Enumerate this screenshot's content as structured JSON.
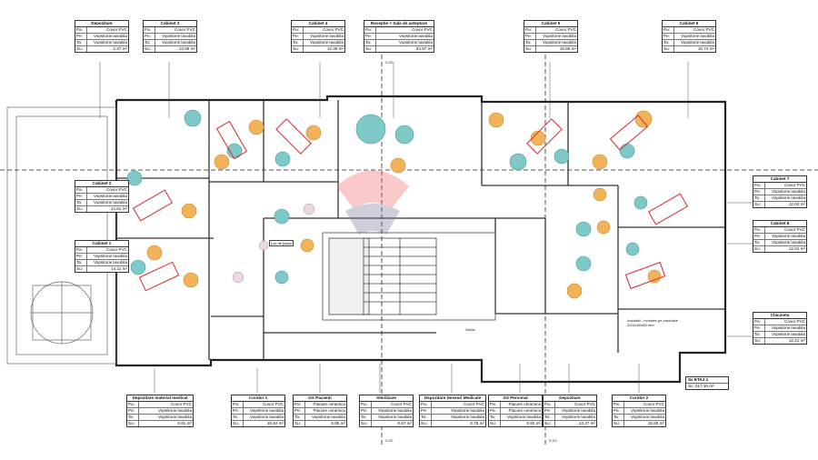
{
  "rooms_top": [
    {
      "name": "Depozitare",
      "pa": "Covor PVC",
      "pe": "Vopsitorie lavabila",
      "ta": "Vopsitorie lavabila",
      "su": "2.47 m²"
    },
    {
      "name": "Cabinet 3",
      "pa": "Covor PVC",
      "pe": "Vopsitorie lavabila",
      "ta": "Vopsitorie lavabila",
      "su": "13.96 m²"
    },
    {
      "name": "Cabinet 4",
      "pa": "Covor PVC",
      "pe": "Vopsitorie lavabila",
      "ta": "Vopsitorie lavabila",
      "su": "12.38 m²"
    },
    {
      "name": "Receptie + Sala de asteptare",
      "pa": "Covor PVC",
      "pe": "Vopsitorie lavabila",
      "ta": "Vopsitorie lavabila",
      "su": "53.57 m²"
    },
    {
      "name": "Cabinet 5",
      "pa": "Covor PVC",
      "pe": "Vopsitorie lavabila",
      "ta": "Vopsitorie lavabila",
      "su": "15.85 m²"
    },
    {
      "name": "Cabinet 6",
      "pa": "Covor PVC",
      "pe": "Vopsitorie lavabila",
      "ta": "Vopsitorie lavabila",
      "su": "18.74 m²"
    }
  ],
  "rooms_left": [
    {
      "name": "Cabinet 2",
      "pa": "Covor PVC",
      "pe": "Vopsitorie lavabila",
      "ta": "Vopsitorie lavabila",
      "su": "14.61 m²"
    },
    {
      "name": "Cabinet 1",
      "pa": "Covor PVC",
      "pe": "Vopsitorie lavabila",
      "ta": "Vopsitorie lavabila",
      "su": "14.11 m²"
    }
  ],
  "rooms_right": [
    {
      "name": "Cabinet 7",
      "pa": "Covor PVC",
      "pe": "Vopsitorie lavabila",
      "ta": "Vopsitorie lavabila",
      "su": "12.02 m²"
    },
    {
      "name": "Cabinet 8",
      "pa": "Covor PVC",
      "pe": "Vopsitorie lavabila",
      "ta": "Vopsitorie lavabila",
      "su": "12.04 m²"
    },
    {
      "name": "Chicineta",
      "pa": "Covor PVC",
      "pe": "Vopsitorie lavabila",
      "ta": "Vopsitorie lavabila",
      "su": "12.21 m²"
    }
  ],
  "rooms_bottom": [
    {
      "name": "Depozitare material medical",
      "pa": "Covor PVC",
      "pe": "Vopsitorie lavabila",
      "ta": "Vopsitorie lavabila",
      "su": "6.81 m²"
    },
    {
      "name": "Coridor 1",
      "pa": "Covor PVC",
      "pe": "Vopsitorie lavabila",
      "ta": "Vopsitorie lavabila",
      "su": "15.94 m²"
    },
    {
      "name": "GS Pacienti",
      "pa": "Placare ceramica",
      "pe": "Placare ceramica",
      "ta": "Vopsitorie lavabila",
      "su": "5.95 m²"
    },
    {
      "name": "Sterilizare",
      "pa": "Covor PVC",
      "pe": "Vopsitorie lavabila",
      "ta": "Vopsitorie lavabila",
      "su": "9.67 m²"
    },
    {
      "name": "Depozitare Deseuri Medicale",
      "pa": "Covor PVC",
      "pe": "Vopsitorie lavabila",
      "ta": "Vopsitorie lavabila",
      "su": "5.78 m²"
    },
    {
      "name": "GS Personal",
      "pa": "Placare ceramica",
      "pe": "Placare ceramica",
      "ta": "Vopsitorie lavabila",
      "su": "5.92 m²"
    },
    {
      "name": "Depozitare",
      "pa": "Covor PVC",
      "pe": "Vopsitorie lavabila",
      "ta": "Vopsitorie lavabila",
      "su": "13.47 m²"
    },
    {
      "name": "Coridor 2",
      "pa": "Covor PVC",
      "pe": "Vopsitorie lavabila",
      "ta": "Vopsitorie lavabila",
      "su": "15.69 m²"
    }
  ],
  "keys": {
    "pa": "Pa:",
    "pe": "Pe:",
    "ta": "Ta:",
    "su": "Su:"
  },
  "total": {
    "title": "Sc ETAJ 1",
    "value": "Sc: 317.15 m²"
  },
  "plan_labels": {
    "loc_joaca": "Loc de joaca",
    "section_top": "S-02",
    "section_bottom": "S-02",
    "section_left": "S-03",
    "note_kitchen": "Instalatii - montate pe pardosire - 200x160x60 mm",
    "note_stair": "Sertar"
  },
  "colors": {
    "wall": "#222222",
    "thin": "#555555",
    "teal": "#7ec8c8",
    "orange": "#f2b25a",
    "red": "#d63a3a",
    "grey": "#b8b8b8"
  }
}
